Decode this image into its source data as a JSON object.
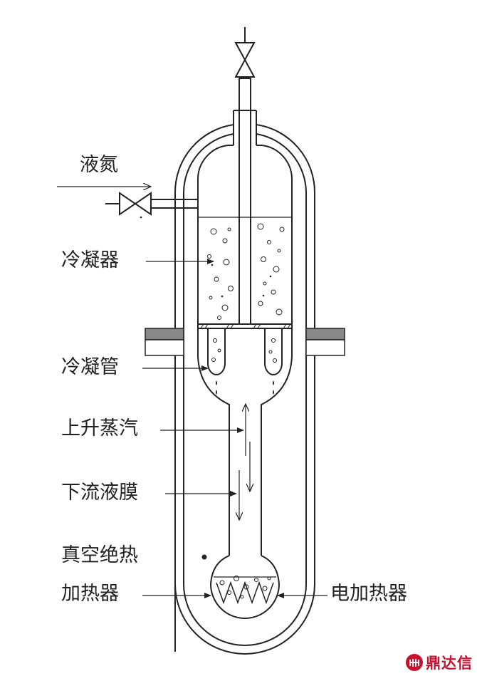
{
  "labels": {
    "liquid_nitrogen": "液氮",
    "condenser": "冷凝器",
    "condenser_tube": "冷凝管",
    "rising_vapor": "上升蒸汽",
    "falling_film": "下流液膜",
    "vacuum_insulation": "真空绝热",
    "heater": "加热器",
    "electric_heater": "电加热器"
  },
  "watermark": {
    "text": "鼎达信",
    "color": "#c8102e"
  }
}
